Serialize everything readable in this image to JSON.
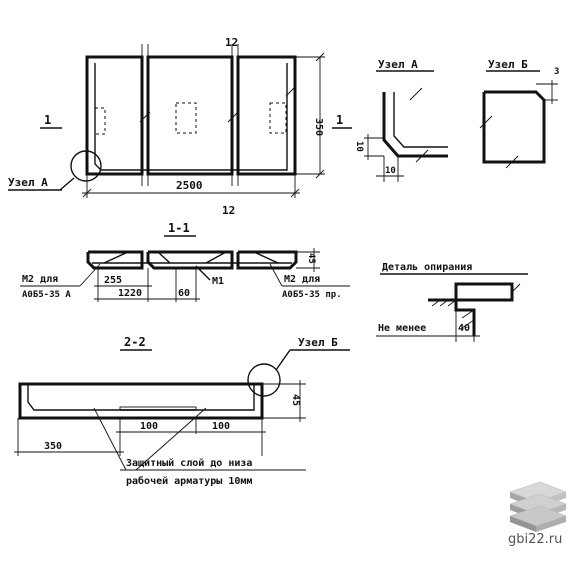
{
  "plan": {
    "dims": {
      "width": "2500",
      "height": "350",
      "top": "12",
      "bottom": "12"
    },
    "section_mark": "1",
    "node_label": "Узел А"
  },
  "node_a": {
    "title": "Узел А",
    "dim1": "10",
    "dim2": "10"
  },
  "node_b": {
    "title": "Узел Б",
    "dim": "3"
  },
  "section_1_1": {
    "title": "1-1",
    "left_note": [
      "М2 для",
      "А0Б5-35 А"
    ],
    "right_note": [
      "М2 для",
      "А0Б5-35 пр."
    ],
    "dims": {
      "d255": "255",
      "d1220": "1220",
      "d60": "60",
      "m1": "М1",
      "h45": "45"
    }
  },
  "support": {
    "title": "Деталь опирания",
    "note": "Не менее",
    "dim": "40"
  },
  "section_2_2": {
    "title": "2-2",
    "node_label": "Узел Б",
    "dims": {
      "d100a": "100",
      "d100b": "100",
      "d350": "350",
      "h45": "45"
    },
    "note_lines": [
      "Защитный слой до низа",
      "рабочей арматуры 10мм"
    ]
  },
  "watermark": {
    "site": "gbi22.ru",
    "logo_icon": "stacked-slabs-icon"
  }
}
